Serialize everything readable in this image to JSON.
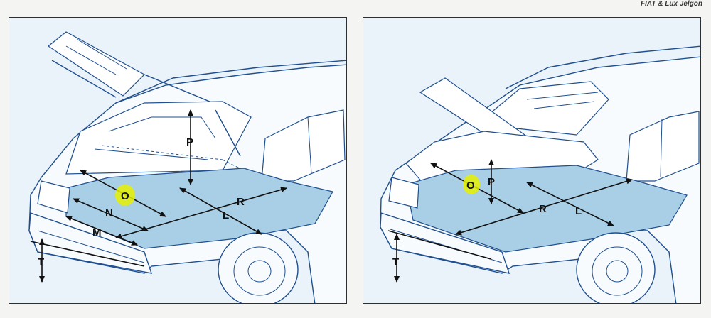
{
  "header": {
    "text": "FIAT & Lux Jelgon"
  },
  "colors": {
    "outline": "#1f4f8f",
    "floor": "#a9cfe6",
    "highlight": "#e6f000",
    "panel_bg": "#eaf3fa"
  },
  "left": {
    "labels": {
      "P": "P",
      "O": "O",
      "R": "R",
      "N": "N",
      "L": "L",
      "M": "M",
      "T": "T"
    }
  },
  "right": {
    "labels": {
      "O": "O",
      "P": "P",
      "R": "R",
      "L": "L",
      "T": "T"
    }
  }
}
